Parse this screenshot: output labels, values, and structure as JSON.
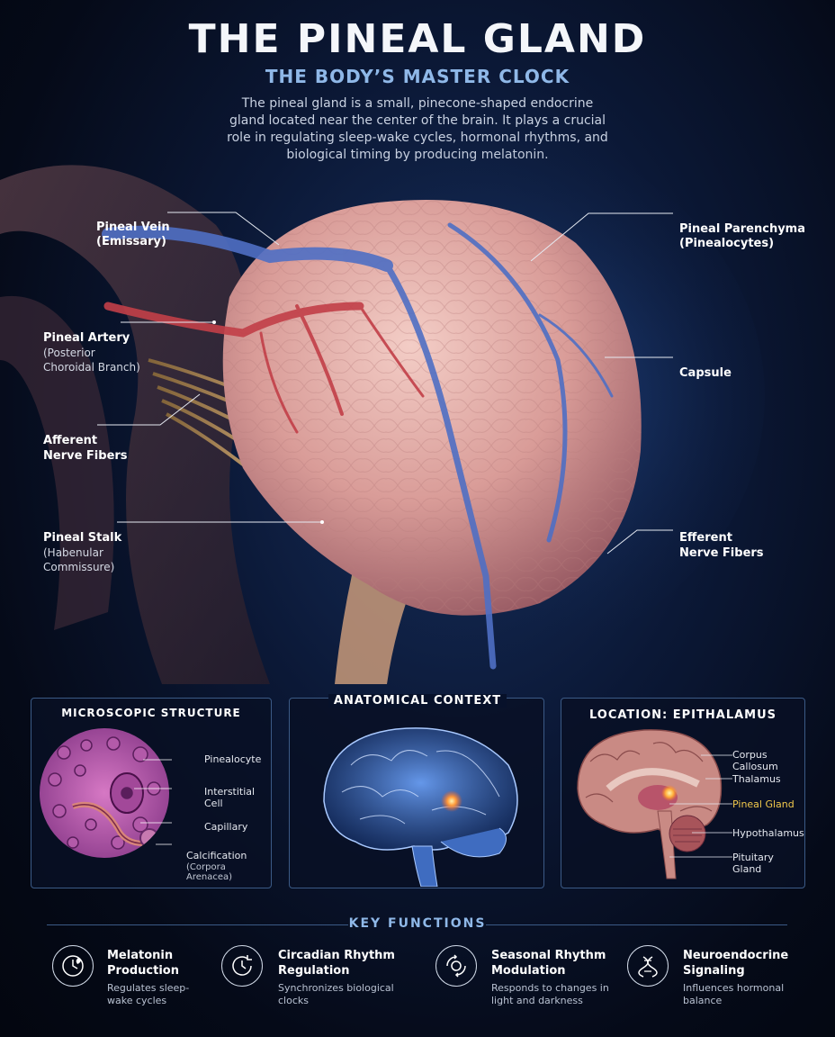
{
  "header": {
    "title": "THE PINEAL GLAND",
    "subtitle": "THE BODY’S MASTER CLOCK",
    "intro": "The pineal gland is a small, pinecone-shaped endocrine gland located near the center of the brain. It plays a crucial role in regulating sleep-wake cycles, hormonal rhythms, and biological timing by producing melatonin."
  },
  "labels": {
    "vein": {
      "title": "Pineal Vein",
      "sub": "(Emissary)"
    },
    "artery": {
      "title": "Pineal Artery",
      "sub": "(Posterior\nChoroidal Branch)"
    },
    "afferent": {
      "title": "Afferent\nNerve Fibers"
    },
    "stalk": {
      "title": "Pineal Stalk",
      "sub": "(Habenular\nCommissure)"
    },
    "parenchyma": {
      "title": "Pineal Parenchyma",
      "sub": "(Pinealocytes)"
    },
    "capsule": {
      "title": "Capsule"
    },
    "efferent": {
      "title": "Efferent\nNerve Fibers"
    }
  },
  "panels": {
    "micro": {
      "title": "MICROSCOPIC STRUCTURE",
      "items": [
        "Pinealocyte",
        "Interstitial\nCell",
        "Capillary",
        "Calcification"
      ],
      "calc_sub": "(Corpora Arenacea)"
    },
    "context": {
      "title": "ANATOMICAL CONTEXT"
    },
    "location": {
      "title": "LOCATION: EPITHALAMUS",
      "items": [
        "Corpus Callosum",
        "Thalamus",
        "Pineal Gland",
        "Hypothalamus",
        "Pituitary Gland"
      ],
      "highlight_color": "#f2c94c"
    }
  },
  "key_functions": {
    "title": "KEY FUNCTIONS",
    "items": [
      {
        "icon": "clock-moon-icon",
        "title": "Melatonin\nProduction",
        "desc": "Regulates sleep-\nwake cycles"
      },
      {
        "icon": "circadian-clock-icon",
        "title": "Circadian Rhythm\nRegulation",
        "desc": "Synchronizes biological\nclocks"
      },
      {
        "icon": "seasonal-cycle-icon",
        "title": "Seasonal Rhythm\nModulation",
        "desc": "Responds to changes in\nlight and darkness"
      },
      {
        "icon": "dna-signal-icon",
        "title": "Neuroendocrine\nSignaling",
        "desc": "Influences hormonal\nbalance"
      }
    ]
  },
  "colors": {
    "accent": "#8fb8e8",
    "gland": "#d9a0a0",
    "vein": "#4a6fc2",
    "artery": "#c0414a"
  }
}
